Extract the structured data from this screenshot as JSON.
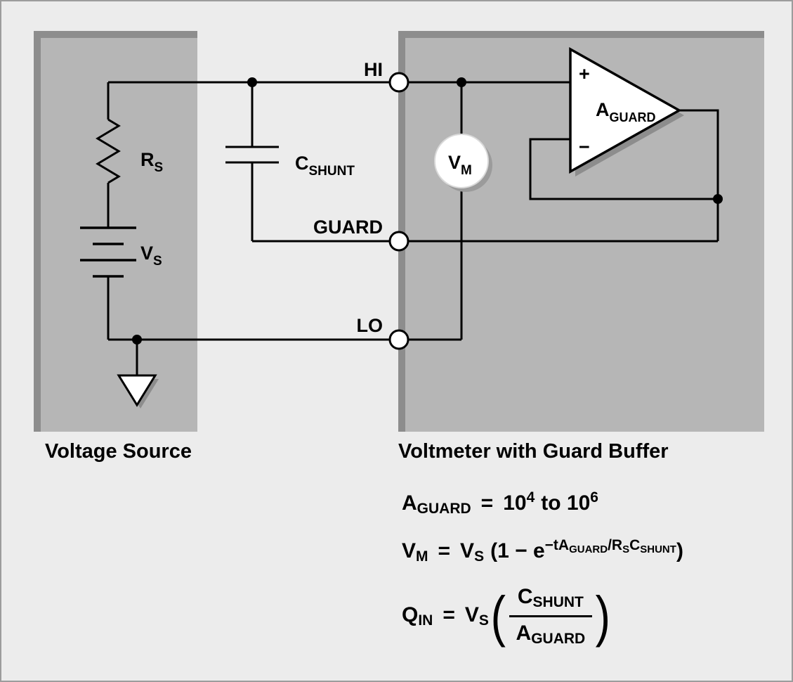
{
  "canvas": {
    "bg": "#ececec",
    "box_fill": "#b6b6b6",
    "box_shadow": "#8d8d8d"
  },
  "captions": {
    "voltage_source": "Voltage Source",
    "voltmeter": "Voltmeter with Guard Buffer"
  },
  "terminals": {
    "hi": "HI",
    "guard": "GUARD",
    "lo": "LO"
  },
  "components": {
    "rs": {
      "main": "R",
      "sub": "S"
    },
    "vs": {
      "main": "V",
      "sub": "S"
    },
    "cshunt": {
      "main": "C",
      "sub": "SHUNT"
    },
    "vm": {
      "main": "V",
      "sub": "M"
    },
    "aguard": {
      "main": "A",
      "sub": "GUARD"
    },
    "opamp_plus": "+",
    "opamp_minus": "−"
  },
  "equations": {
    "eq1": {
      "lhs": "A",
      "lhs_sub": "GUARD",
      "eq": "=",
      "base1": "10",
      "sup1": "4",
      "mid": "to 10",
      "sup2": "6"
    },
    "eq2": {
      "lhs": "V",
      "lhs_sub": "M",
      "eq": "=",
      "rhs1": "V",
      "rhs1_sub": "S",
      "open": "(1 − e",
      "exp1": "−tA",
      "exp1_sub": "GUARD",
      "exp2": "/R",
      "exp2_sub": "S",
      "exp3": "C",
      "exp3_sub": "SHUNT",
      "close": ")"
    },
    "eq3": {
      "lhs": "Q",
      "lhs_sub": "IN",
      "eq": "=",
      "rhs1": "V",
      "rhs1_sub": "S",
      "paren_open": "(",
      "paren_close": ")",
      "num": "C",
      "num_sub": "SHUNT",
      "den": "A",
      "den_sub": "GUARD"
    }
  }
}
